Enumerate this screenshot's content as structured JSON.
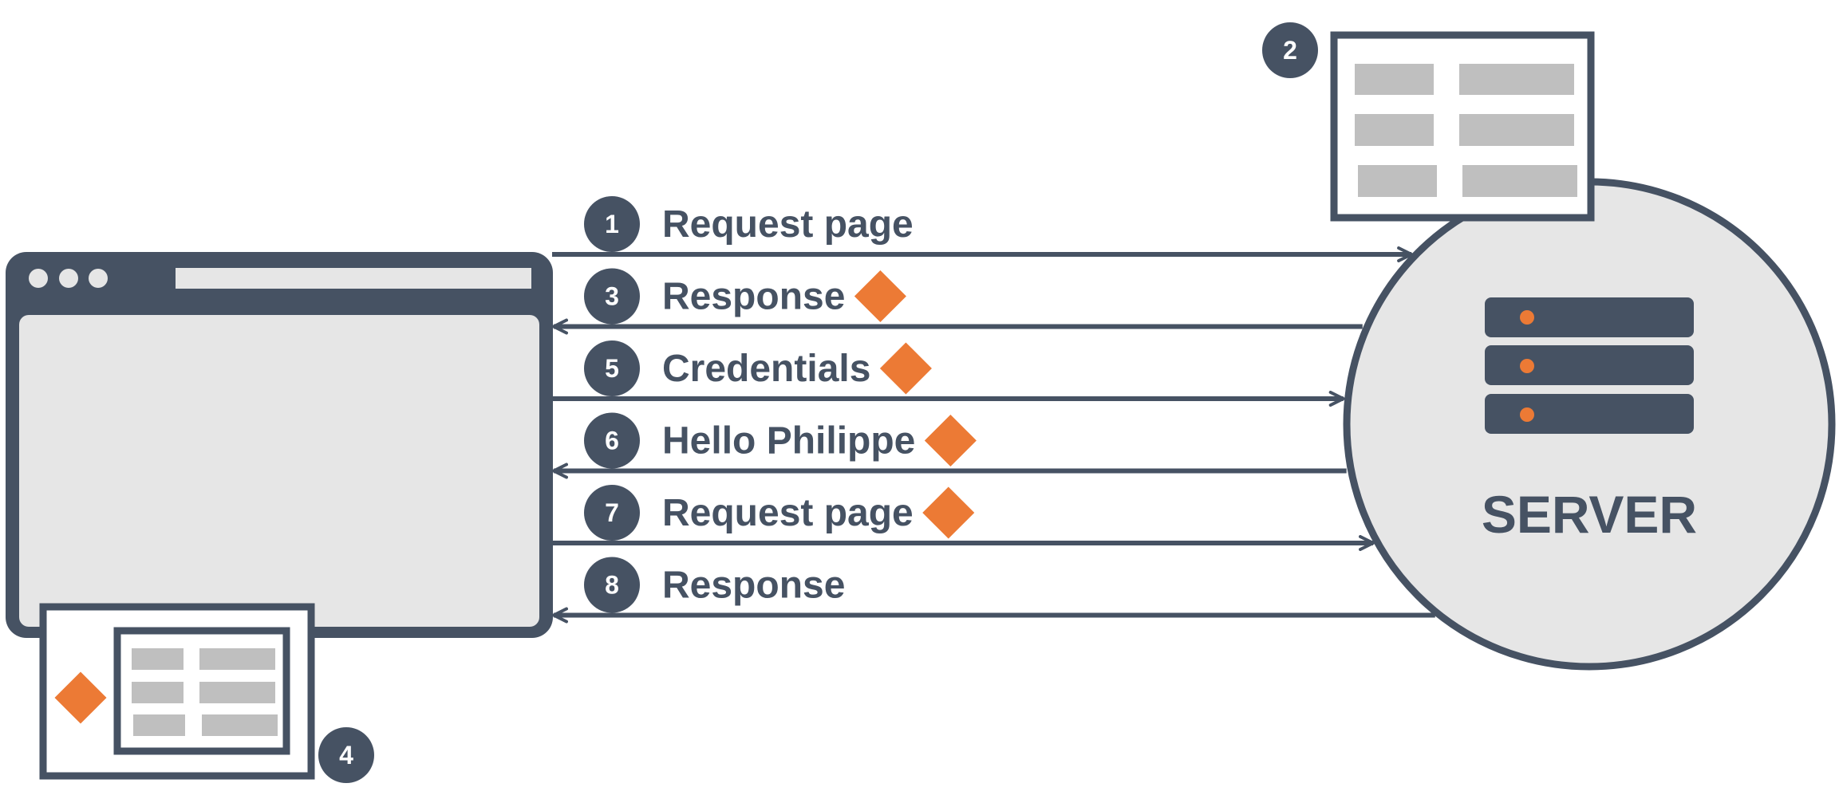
{
  "colors": {
    "ink": "#465263",
    "accent": "#ec7a35",
    "panel": "#e6e6e6",
    "placeholder": "#bfbfbf",
    "white": "#ffffff"
  },
  "server": {
    "label": "SERVER",
    "icon": "server-rack-icon"
  },
  "page_template": {
    "step": "2",
    "icon": "page-template-icon"
  },
  "cookie_page": {
    "step": "4",
    "icon": "page-with-cookie-icon"
  },
  "browser": {
    "icon": "browser-window-icon"
  },
  "messages": [
    {
      "step": "1",
      "label": "Request page",
      "direction": "to-server",
      "cookie": false
    },
    {
      "step": "3",
      "label": "Response",
      "direction": "to-client",
      "cookie": true
    },
    {
      "step": "5",
      "label": "Credentials",
      "direction": "to-server",
      "cookie": true
    },
    {
      "step": "6",
      "label": "Hello Philippe",
      "direction": "to-client",
      "cookie": true
    },
    {
      "step": "7",
      "label": "Request page",
      "direction": "to-server",
      "cookie": true
    },
    {
      "step": "8",
      "label": "Response",
      "direction": "to-client",
      "cookie": false
    }
  ]
}
